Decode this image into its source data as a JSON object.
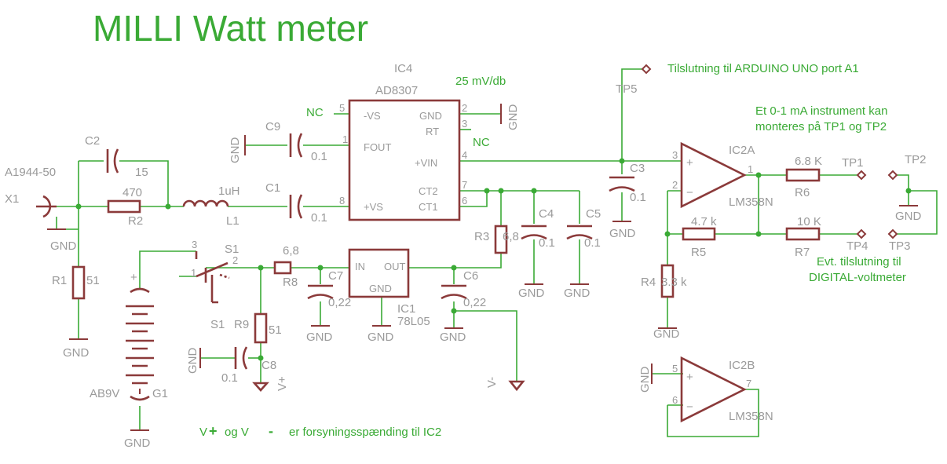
{
  "title": "MILLI Watt meter",
  "notes": {
    "arduino": "Tilslutning til ARDUINO UNO port A1",
    "instrument_line1": "Et 0-1 mA instrument kan",
    "instrument_line2": "monteres på TP1 og TP2",
    "dvm_line1": "Evt. tilslutning til",
    "dvm_line2": "DIGITAL-voltmeter",
    "supply_v": "V",
    "supply_plus": "+",
    "supply_og": "og V",
    "supply_minus": "-",
    "supply_text": "er forsyningsspænding til IC2",
    "slope": "25 mV/db",
    "nc1": "NC",
    "nc2": "NC"
  },
  "ic4": {
    "name": "IC4",
    "part": "AD8307",
    "pins": {
      "vs_neg": "-VS",
      "gnd": "GND",
      "rt": "RT",
      "fout": "FOUT",
      "vin": "+VIN",
      "ct2": "CT2",
      "ct1": "CT1",
      "vs_pos": "+VS"
    },
    "pin_numbers": {
      "p5": "5",
      "p2": "2",
      "p3": "3",
      "p1": "1",
      "p4": "4",
      "p7": "7",
      "p6": "6",
      "p8": "8"
    }
  },
  "ic1": {
    "name": "IC1",
    "part": "78L05",
    "in": "IN",
    "out": "OUT",
    "gnd": "GND"
  },
  "ic2a": {
    "name": "IC2A",
    "part": "LM358N",
    "pin3": "3",
    "pin2": "2",
    "pin1": "1"
  },
  "ic2b": {
    "name": "IC2B",
    "part": "LM358N",
    "pin5": "5",
    "pin6": "6",
    "pin7": "7"
  },
  "connector": {
    "ref": "X1",
    "part": "A1944-50"
  },
  "battery": {
    "ref": "G1",
    "part": "AB9V"
  },
  "switch": {
    "ref": "S1",
    "ref2": "S1",
    "pin1": "1",
    "pin2": "2",
    "pin3": "3"
  },
  "inductor": {
    "ref": "L1",
    "value": "1uH"
  },
  "resistors": {
    "r1": {
      "ref": "R1",
      "value": "51"
    },
    "r2": {
      "ref": "R2",
      "value": "470"
    },
    "r3": {
      "ref": "R3",
      "value": "6,8"
    },
    "r4": {
      "ref": "R4",
      "value": "3.3 k"
    },
    "r5": {
      "ref": "R5",
      "value": "4.7 k"
    },
    "r6": {
      "ref": "R6",
      "value": "6.8 K"
    },
    "r7": {
      "ref": "R7",
      "value": "10 K"
    },
    "r8": {
      "ref": "R8",
      "value": "6,8"
    },
    "r9": {
      "ref": "R9",
      "value": "51"
    }
  },
  "capacitors": {
    "c1": {
      "ref": "C1",
      "value": "0.1"
    },
    "c2": {
      "ref": "C2",
      "value": "15"
    },
    "c3": {
      "ref": "C3",
      "value": "0.1"
    },
    "c4": {
      "ref": "C4",
      "value": "0.1"
    },
    "c5": {
      "ref": "C5",
      "value": "0.1"
    },
    "c6": {
      "ref": "C6",
      "value": "0,22"
    },
    "c7": {
      "ref": "C7",
      "value": "0,22"
    },
    "c8": {
      "ref": "C8",
      "value": "0.1"
    },
    "c9": {
      "ref": "C9",
      "value": "0.1"
    }
  },
  "testpoints": {
    "tp1": "TP1",
    "tp2": "TP2",
    "tp3": "TP3",
    "tp4": "TP4",
    "tp5": "TP5"
  },
  "gnd": "GND",
  "vplus": "V+",
  "vminus": "V-",
  "colors": {
    "wire": "#3aaa35",
    "part": "#8b3a3a",
    "label": "#9a9a9a",
    "note": "#3aaa35"
  }
}
